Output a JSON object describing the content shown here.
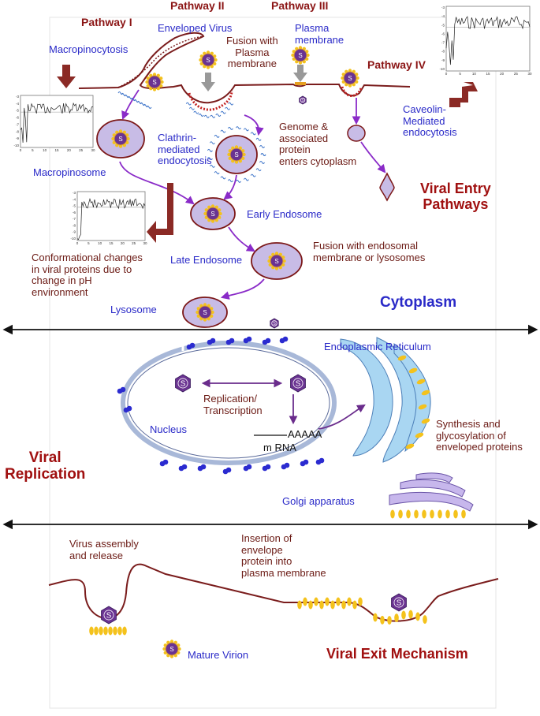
{
  "pathways": {
    "p1": "Pathway I",
    "p2": "Pathway II",
    "p3": "Pathway III",
    "p4": "Pathway IV"
  },
  "entry": {
    "macropinocytosis": "Macropinocytosis",
    "enveloped_virus": "Enveloped Virus",
    "fusion_plasma": "Fusion with\nPlasma\nmembrane",
    "plasma_membrane": "Plasma\nmembrane",
    "caveolin": "Caveolin-\nMediated\nendocytosis",
    "clathrin": "Clathrin-\nmediated\nendocytosis",
    "genome": "Genome &\nassociated\nprotein\nenters cytoplasm",
    "macropinosome": "Macropinosome",
    "title": "Viral Entry\nPathways",
    "early_endosome": "Early Endosome",
    "fusion_endosomal": "Fusion with endosomal\nmembrane or lysosomes",
    "late_endosome": "Late Endosome",
    "conformational": "Conformational changes\nin viral proteins due to\nchange in pH\nenvironment",
    "lysosome": "Lysosome",
    "cytoplasm": "Cytoplasm"
  },
  "replication": {
    "er": "Endoplasmic Reticulum",
    "rep_trans": "Replication/\nTranscription",
    "nucleus": "Nucleus",
    "aaaaa": "AAAAA",
    "mrna": "m RNA",
    "synthesis": "Synthesis and\nglycosylation of\nenveloped proteins",
    "title": "Viral\nReplication",
    "golgi": "Golgi apparatus"
  },
  "exit": {
    "assembly": "Virus assembly\nand release",
    "insertion": "Insertion of\nenvelope\nprotein into\nplasma membrane",
    "mature": "Mature Virion",
    "title": "Viral Exit Mechanism"
  },
  "virion_letter": "S",
  "mini_charts": {
    "top_right": {
      "yticks": [
        "-3",
        "-4",
        "-5",
        "-6",
        "-7",
        "-8",
        "-9",
        "-10"
      ],
      "xticks": [
        "0",
        "5",
        "10",
        "15",
        "20",
        "25",
        "30"
      ]
    },
    "left_upper": {
      "yticks": [
        "-3",
        "-4",
        "-5",
        "-6",
        "-7",
        "-8",
        "-9",
        "-10"
      ],
      "xticks": [
        "0",
        "5",
        "10",
        "15",
        "20",
        "25",
        "30"
      ]
    },
    "left_lower": {
      "yticks": [
        "-3",
        "-4",
        "-5",
        "-6",
        "-7",
        "-8",
        "-9",
        "-10"
      ],
      "xticks": [
        "0",
        "5",
        "10",
        "15",
        "20",
        "25",
        "30"
      ]
    }
  },
  "colors": {
    "membrane": "#7a1c1c",
    "vesicle_fill": "#c8bce6",
    "vesicle_stroke": "#7b1717",
    "arrow_purple": "#8a2bc8",
    "er_fill": "#a9d6f2",
    "golgi_fill": "#c7b7ec",
    "blue_dot": "#2b2bd0",
    "yellow_protein": "#f4c21c",
    "hexagon": "#6a3391"
  }
}
